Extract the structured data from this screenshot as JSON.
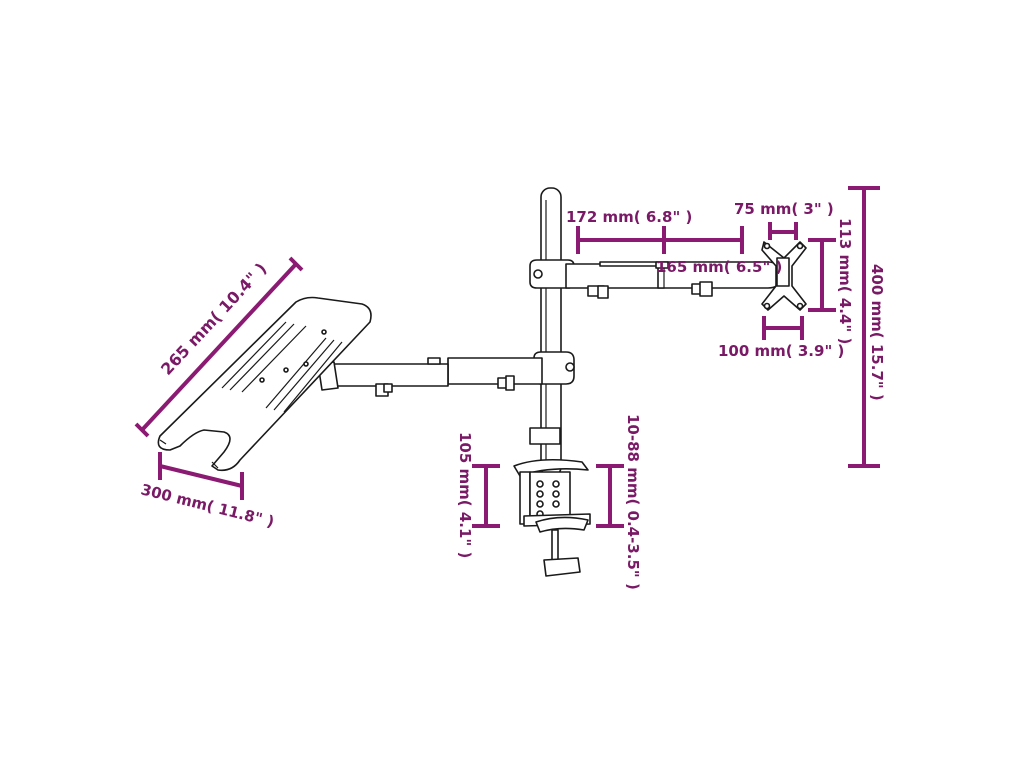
{
  "colors": {
    "dimension": "#8b1a72",
    "dimension_text": "#7a1a66",
    "ink": "#1a1a1a",
    "background": "#ffffff"
  },
  "dimensions": {
    "tray_depth": "265 mm( 10.4\" )",
    "tray_width": "300 mm( 11.8\" )",
    "arm_length": "172 mm( 6.8\" )",
    "arm_length_2": "165 mm( 6.5\" )",
    "vesa_small": "75 mm( 3\" )",
    "vesa_large": "100 mm( 3.9\" )",
    "vesa_height": "113 mm( 4.4\" )",
    "pole_height": "400 mm( 15.7\" )",
    "clamp_height": "105 mm( 4.1\" )",
    "desk_thickness": "10-88 mm( 0.4-3.5\" )"
  }
}
